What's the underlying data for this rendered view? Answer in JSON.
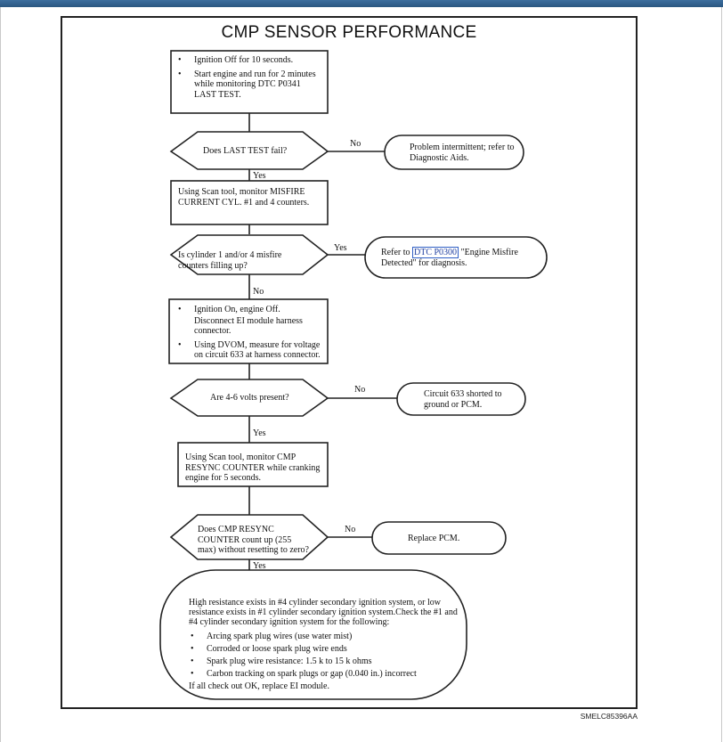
{
  "title": "CMP SENSOR PERFORMANCE",
  "steps": {
    "s1": {
      "bullets": [
        "Ignition Off for 10 seconds.",
        "Start engine and run for 2 minutes while monitoring DTC P0341 LAST TEST."
      ]
    },
    "d1": {
      "question": "Does LAST TEST fail?",
      "no_label": "No",
      "yes_label": "Yes",
      "no_result": "Problem intermittent; refer to Diagnostic Aids."
    },
    "s2": {
      "text": "Using Scan tool, monitor MISFIRE CURRENT CYL. #1 and 4 counters."
    },
    "d2": {
      "question": "Is cylinder 1 and/or 4 misfire counters filling up?",
      "yes_label": "Yes",
      "no_label": "No",
      "yes_result_before": "Refer to ",
      "yes_result_link": "DTC P0300",
      "yes_result_after": " \"Engine Misfire Detected\" for diagnosis."
    },
    "s3": {
      "bullets": [
        "Ignition On, engine Off.",
        "Disconnect EI module harness connector.",
        "Using DVOM, measure for voltage on circuit 633 at harness connector."
      ]
    },
    "d3": {
      "question": "Are 4-6 volts present?",
      "no_label": "No",
      "yes_label": "Yes",
      "no_result": "Circuit 633 shorted to ground or PCM."
    },
    "s4": {
      "text": "Using Scan tool, monitor CMP RESYNC COUNTER while cranking engine for 5 seconds."
    },
    "d4": {
      "question": "Does CMP RESYNC COUNTER count up (255 max) without resetting to zero?",
      "no_label": "No",
      "yes_label": "Yes",
      "no_result": "Replace PCM."
    },
    "final": {
      "intro": "High resistance exists in #4 cylinder secondary ignition system, or low resistance exists in #1 cylinder secondary ignition system.Check the #1 and #4 cylinder secondary ignition system for the following:",
      "checks": [
        "Arcing spark plug wires (use water mist)",
        "Corroded or loose spark plug wire ends",
        "Spark plug wire resistance: 1.5 k to 15 k ohms",
        "Carbon tracking on spark plugs or gap (0.040 in.) incorrect"
      ],
      "outro": "If all check out OK, replace EI module."
    }
  },
  "footer_code": "SMELC85396AA"
}
